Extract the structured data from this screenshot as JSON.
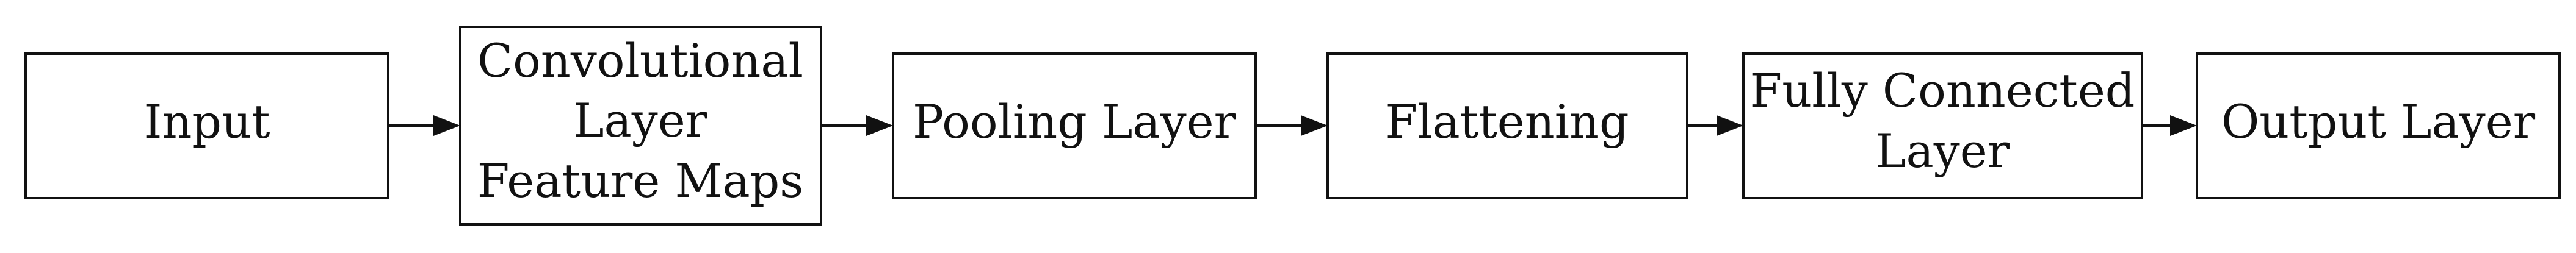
{
  "diagram": {
    "nodes": [
      {
        "id": "input",
        "lines": [
          "Input"
        ]
      },
      {
        "id": "conv",
        "lines": [
          "Convolutional",
          "Layer",
          "Feature Maps"
        ]
      },
      {
        "id": "pool",
        "lines": [
          "Pooling Layer"
        ]
      },
      {
        "id": "flatten",
        "lines": [
          "Flattening"
        ]
      },
      {
        "id": "fc",
        "lines": [
          "Fully Connected",
          "Layer"
        ]
      },
      {
        "id": "output",
        "lines": [
          "Output Layer"
        ]
      }
    ],
    "edges": [
      {
        "from": "input",
        "to": "conv"
      },
      {
        "from": "conv",
        "to": "pool"
      },
      {
        "from": "pool",
        "to": "flatten"
      },
      {
        "from": "flatten",
        "to": "fc"
      },
      {
        "from": "fc",
        "to": "output"
      }
    ]
  }
}
